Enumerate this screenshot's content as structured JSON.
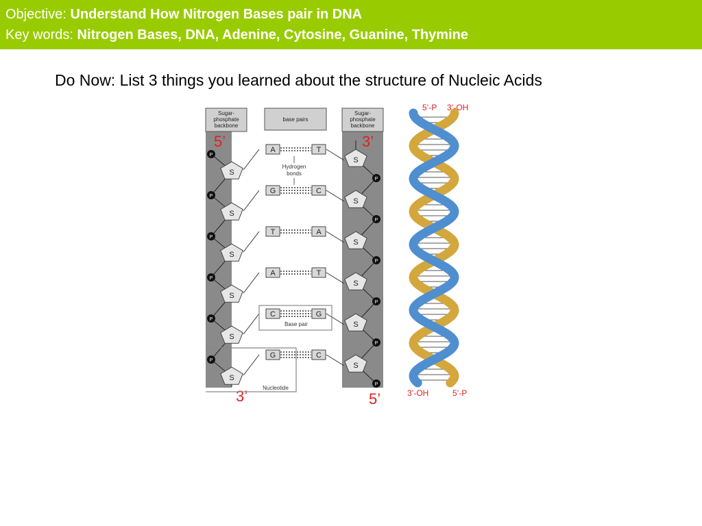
{
  "header": {
    "objective_label": "Objective:",
    "objective_text": "Understand How Nitrogen Bases pair in DNA",
    "keywords_label": "Key words:",
    "keywords_text": "Nitrogen Bases, DNA, Adenine, Cytosine, Guanine, Thymine"
  },
  "do_now": "Do Now: List 3 things you learned about the structure of Nucleic Acids",
  "ladder_diagram": {
    "left_backbone_label": [
      "Sugar-",
      "phosphate",
      "backbone"
    ],
    "right_backbone_label": [
      "Sugar-",
      "phosphate",
      "backbone"
    ],
    "base_pairs_header": "base pairs",
    "left_top_end": "5’",
    "right_top_end": "3’",
    "left_bottom_end": "3’",
    "right_bottom_end": "5’",
    "sugar_symbol": "S",
    "phosphate_symbol": "P",
    "hydrogen_bonds_label": [
      "Hydrogen",
      "bonds"
    ],
    "base_pair_label": "Base pair",
    "nucleotide_label": "Nucleotide",
    "pairs": [
      {
        "left": "A",
        "right": "T"
      },
      {
        "left": "G",
        "right": "C"
      },
      {
        "left": "T",
        "right": "A"
      },
      {
        "left": "A",
        "right": "T"
      },
      {
        "left": "C",
        "right": "G"
      },
      {
        "left": "G",
        "right": "C"
      }
    ]
  },
  "helix_diagram": {
    "top_left_label": "5’-P",
    "top_right_label": "3’-OH",
    "bottom_left_label": "3’-OH",
    "bottom_right_label": "5’-P",
    "colors": {
      "strand_a": "#d4a73c",
      "strand_b": "#4f8fd0",
      "label_red": "#e02020"
    }
  },
  "colors": {
    "banner": "#99cc00",
    "backbone": "#8a8a8a",
    "end_label_red": "#e02020"
  }
}
